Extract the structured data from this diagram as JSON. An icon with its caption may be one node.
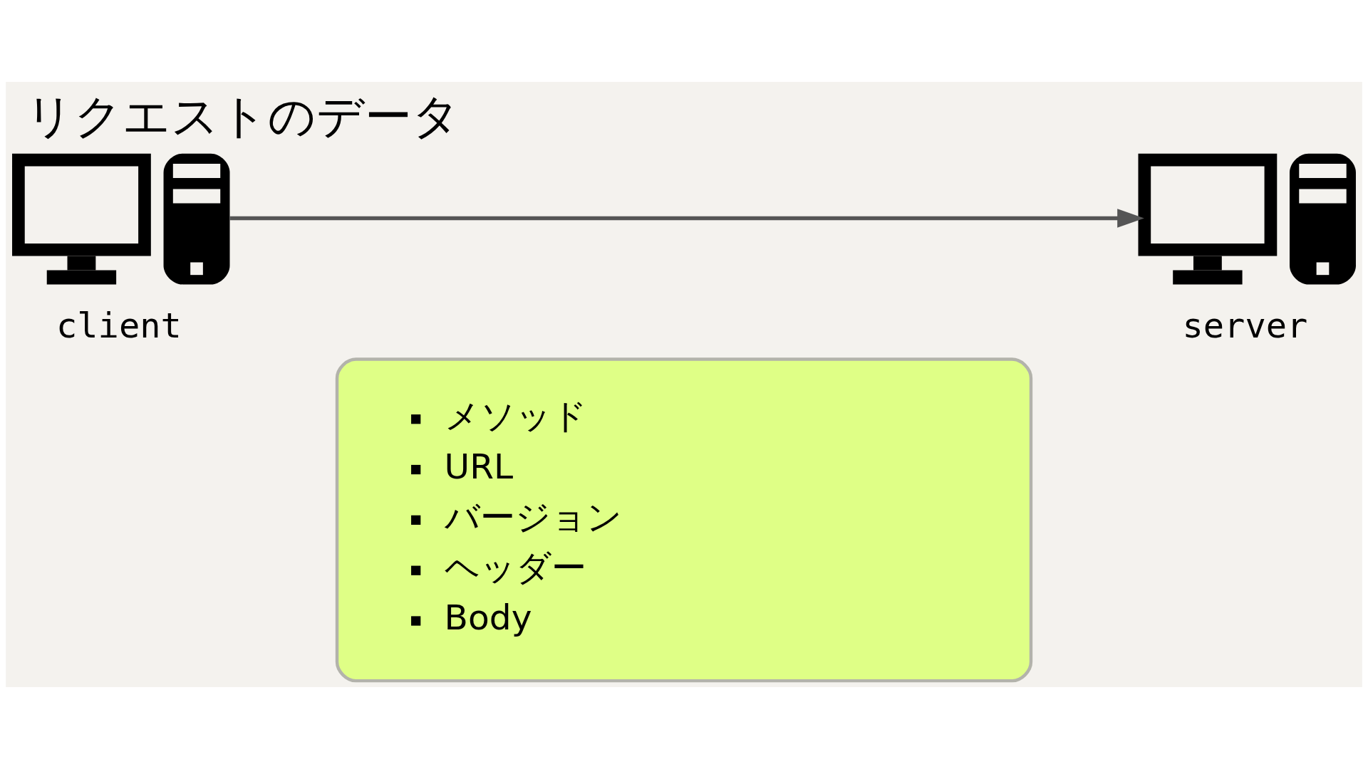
{
  "diagram": {
    "title": "リクエストのデータ",
    "nodes": [
      {
        "text": [
          "client"
        ]
      },
      {
        "text": [
          "server"
        ]
      },
      {
        "text": [
          "メソッド",
          "URL",
          "バージョン",
          "ヘッダー",
          "Body"
        ]
      }
    ],
    "edges": [
      {
        "from": 0,
        "to": 1,
        "arrow": "to"
      }
    ]
  }
}
